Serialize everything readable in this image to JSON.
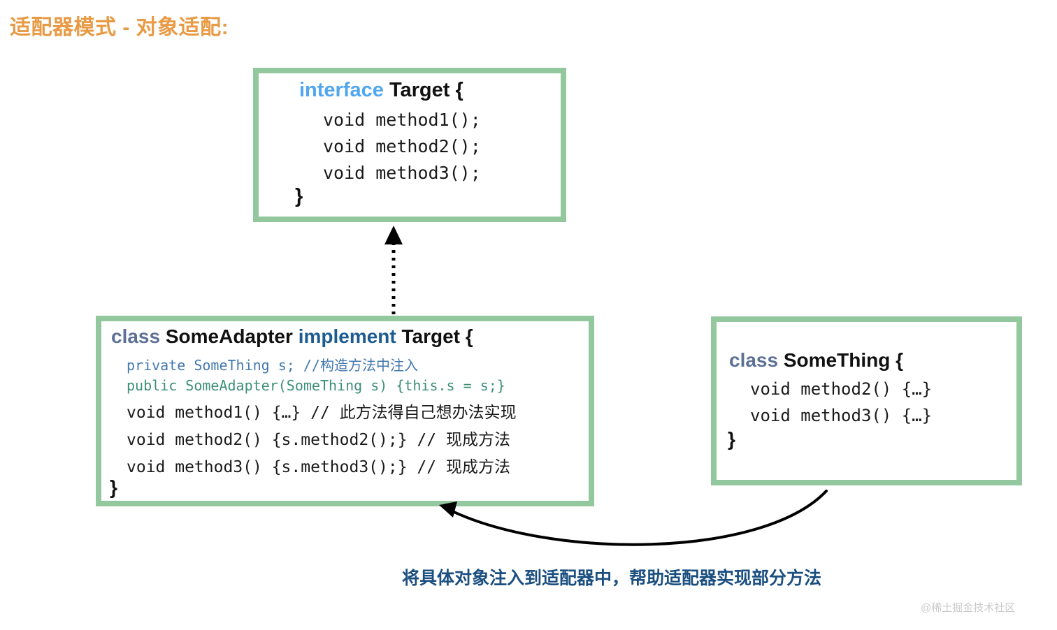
{
  "title": "适配器模式 - 对象适配:",
  "colors": {
    "title": "#e89a45",
    "box_border": "#93c79e",
    "keyword_interface": "#51a7ee",
    "keyword_class": "#5d7096",
    "keyword_implement": "#1d5c91",
    "code_blue": "#4278b0",
    "code_teal": "#3d8f78",
    "caption": "#1b4f80",
    "watermark": "#c9c9c9",
    "background": "#ffffff"
  },
  "target_box": {
    "header": {
      "keyword": "interface",
      "name": "Target",
      "brace": "{"
    },
    "methods": [
      "void method1();",
      "void method2();",
      "void method3();"
    ],
    "closing_brace": "}"
  },
  "adapter_box": {
    "header": {
      "keyword": "class",
      "name": "SomeAdapter",
      "keyword2": "implement",
      "supertype": "Target",
      "brace": "{"
    },
    "lines": [
      "private SomeThing s; //构造方法中注入",
      "public SomeAdapter(SomeThing s) {this.s = s;}",
      "void method1() {…} // 此方法得自己想办法实现",
      "void method2() {s.method2();} // 现成方法",
      "void method3() {s.method3();} // 现成方法"
    ],
    "closing_brace": "}"
  },
  "something_box": {
    "header": {
      "keyword": "class",
      "name": "SomeThing",
      "brace": "{"
    },
    "methods": [
      "void method2() {…}",
      "void method3() {…}"
    ],
    "closing_brace": "}"
  },
  "arrows": {
    "realization": {
      "style": "dotted-line-with-hollow-triangle",
      "from": "adapter_box",
      "to": "target_box"
    },
    "injection": {
      "style": "curved-solid-arrow",
      "from": "something_box",
      "to": "adapter_box"
    }
  },
  "caption": "将具体对象注入到适配器中，帮助适配器实现部分方法",
  "watermark": "@稀土掘金技术社区"
}
